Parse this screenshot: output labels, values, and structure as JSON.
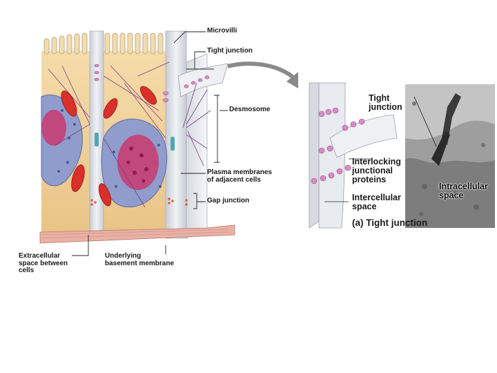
{
  "left_labels": {
    "microvilli": "Microvilli",
    "tight_junction": "Tight junction",
    "desmosome": "Desmosome",
    "plasma_membranes": "Plasma membranes\nof adjacent cells",
    "gap_junction": "Gap junction",
    "extracellular_space": "Extracellular\nspace between\ncells",
    "basement_membrane": "Underlying\nbasement membrane"
  },
  "right_labels": {
    "tight_junction": "Tight\njunction",
    "interlocking": "Interlocking\njunctional\nproteins",
    "intercellular": "Intercellular\nspace",
    "caption": "(a) Tight junction",
    "photo_label": "Intracellular\nspace"
  },
  "colors": {
    "cytoplasm": "#f1d4a0",
    "nucleus": "#8f9ccc",
    "nucleolus": "#c93a6e",
    "mitochondria": "#d9302a",
    "membrane": "#e6e8ec",
    "junction": "#d98cc4",
    "basement": "#e9b1a5",
    "fibers": "#7a3a8a"
  }
}
